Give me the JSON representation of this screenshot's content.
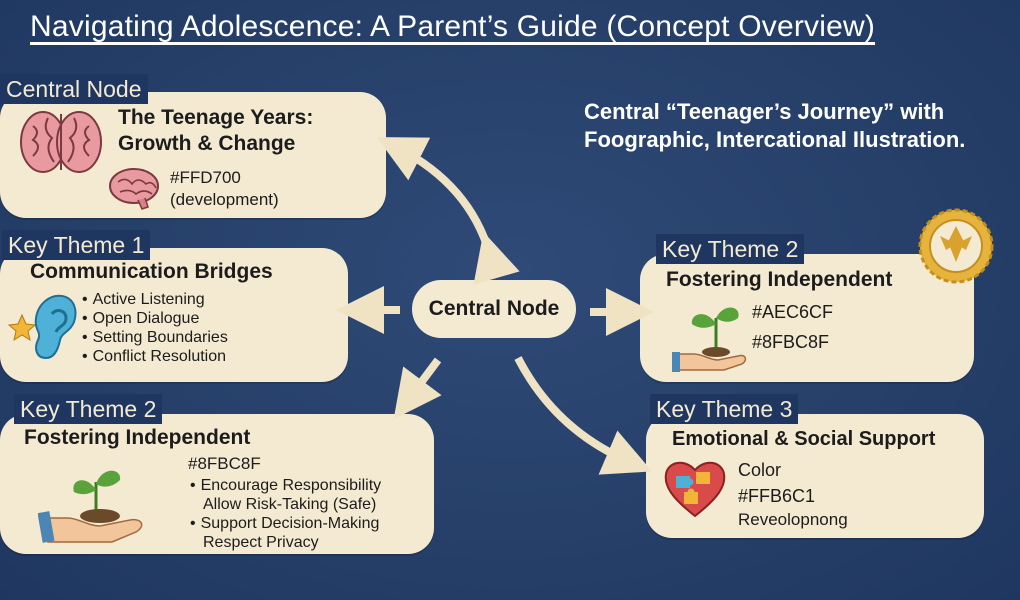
{
  "title": "Navigating Adolescence: A Parent’s Guide (Concept Overview)",
  "note": "Central “Teenager’s Journey” with Foographic, Intercational Ilustration.",
  "center_label": "Central Node",
  "central": {
    "tab": "Central Node",
    "title_line1": "The Teenage Years:",
    "title_line2": "Growth & Change",
    "color_text": "#FFD700",
    "sub": "(development)"
  },
  "theme1": {
    "tab": "Key Theme 1",
    "title": "Communication Bridges",
    "items": [
      "Active Listening",
      "Open Dialogue",
      "Setting Boundaries",
      "Conflict Resolution"
    ]
  },
  "theme2_right": {
    "tab": "Key Theme 2",
    "title": "Fostering Independent",
    "color1": "#AEC6CF",
    "color2": "#8FBC8F"
  },
  "theme2_left": {
    "tab": "Key Theme 2",
    "title": "Fostering Independent",
    "color": "#8FBC8F",
    "items": [
      "Encourage Responsibility",
      "Allow Risk-Taking (Safe)",
      "Support Decision-Making",
      "Respect Privacy"
    ]
  },
  "theme3": {
    "tab": "Key Theme 3",
    "title": "Emotional & Social Support",
    "line1": "Color",
    "line2": "#FFB6C1",
    "line3": "Reveolopnong"
  },
  "colors": {
    "background": "#26406a",
    "card": "#f4ead2",
    "arrow": "#efe3c4",
    "brain": "#e89aa0",
    "ear": "#4fb0d8",
    "plant": "#5aa23a",
    "heart": "#d94a4a",
    "medal": "#e6b43c"
  }
}
